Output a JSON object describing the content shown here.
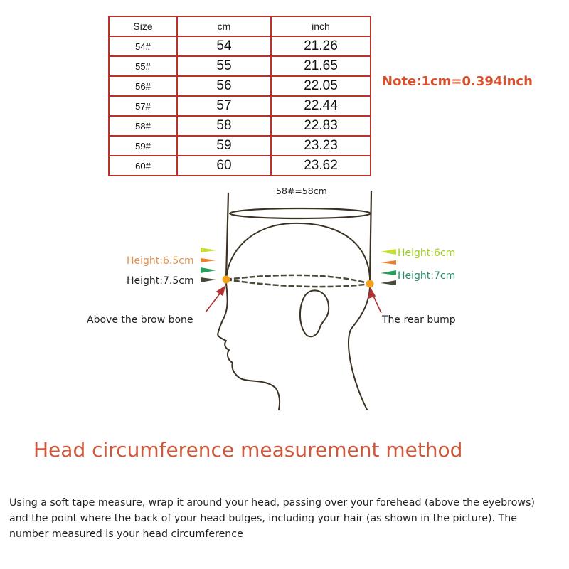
{
  "table": {
    "headers": [
      "Size",
      "cm",
      "inch"
    ],
    "rows": [
      [
        "54#",
        "54",
        "21.26"
      ],
      [
        "55#",
        "55",
        "21.65"
      ],
      [
        "56#",
        "56",
        "22.05"
      ],
      [
        "57#",
        "57",
        "22.44"
      ],
      [
        "58#",
        "58",
        "22.83"
      ],
      [
        "59#",
        "59",
        "23.23"
      ],
      [
        "60#",
        "60",
        "23.62"
      ]
    ]
  },
  "note": "Note:1cm=0.394inch",
  "diagram": {
    "top_label": "58#=58cm",
    "left_heights": [
      "Height:6.5cm",
      "Height:7.5cm"
    ],
    "right_heights": [
      "Height:6cm",
      "Height:7cm"
    ],
    "left_point_label": "Above the brow bone",
    "right_point_label": "The rear bump",
    "colors": {
      "height_6_5": "#e0904a",
      "height_6": "#9fcf1e",
      "height_7": "#2a8a6e",
      "arrow_yellow_green": "#c4e02c",
      "arrow_orange": "#ec7f2c",
      "arrow_green": "#25a05a",
      "arrow_dark": "#4a4a3a",
      "measure_point": "#f4a21c",
      "pointer_arrow": "#b03030",
      "outline": "#3a3222"
    }
  },
  "title": "Head circumference measurement method",
  "instructions": "Using a soft tape measure, wrap it around your head, passing over your forehead (above the eyebrows) and the point where the back of your head bulges, including your hair (as shown in the picture). The number measured is your head circumference"
}
